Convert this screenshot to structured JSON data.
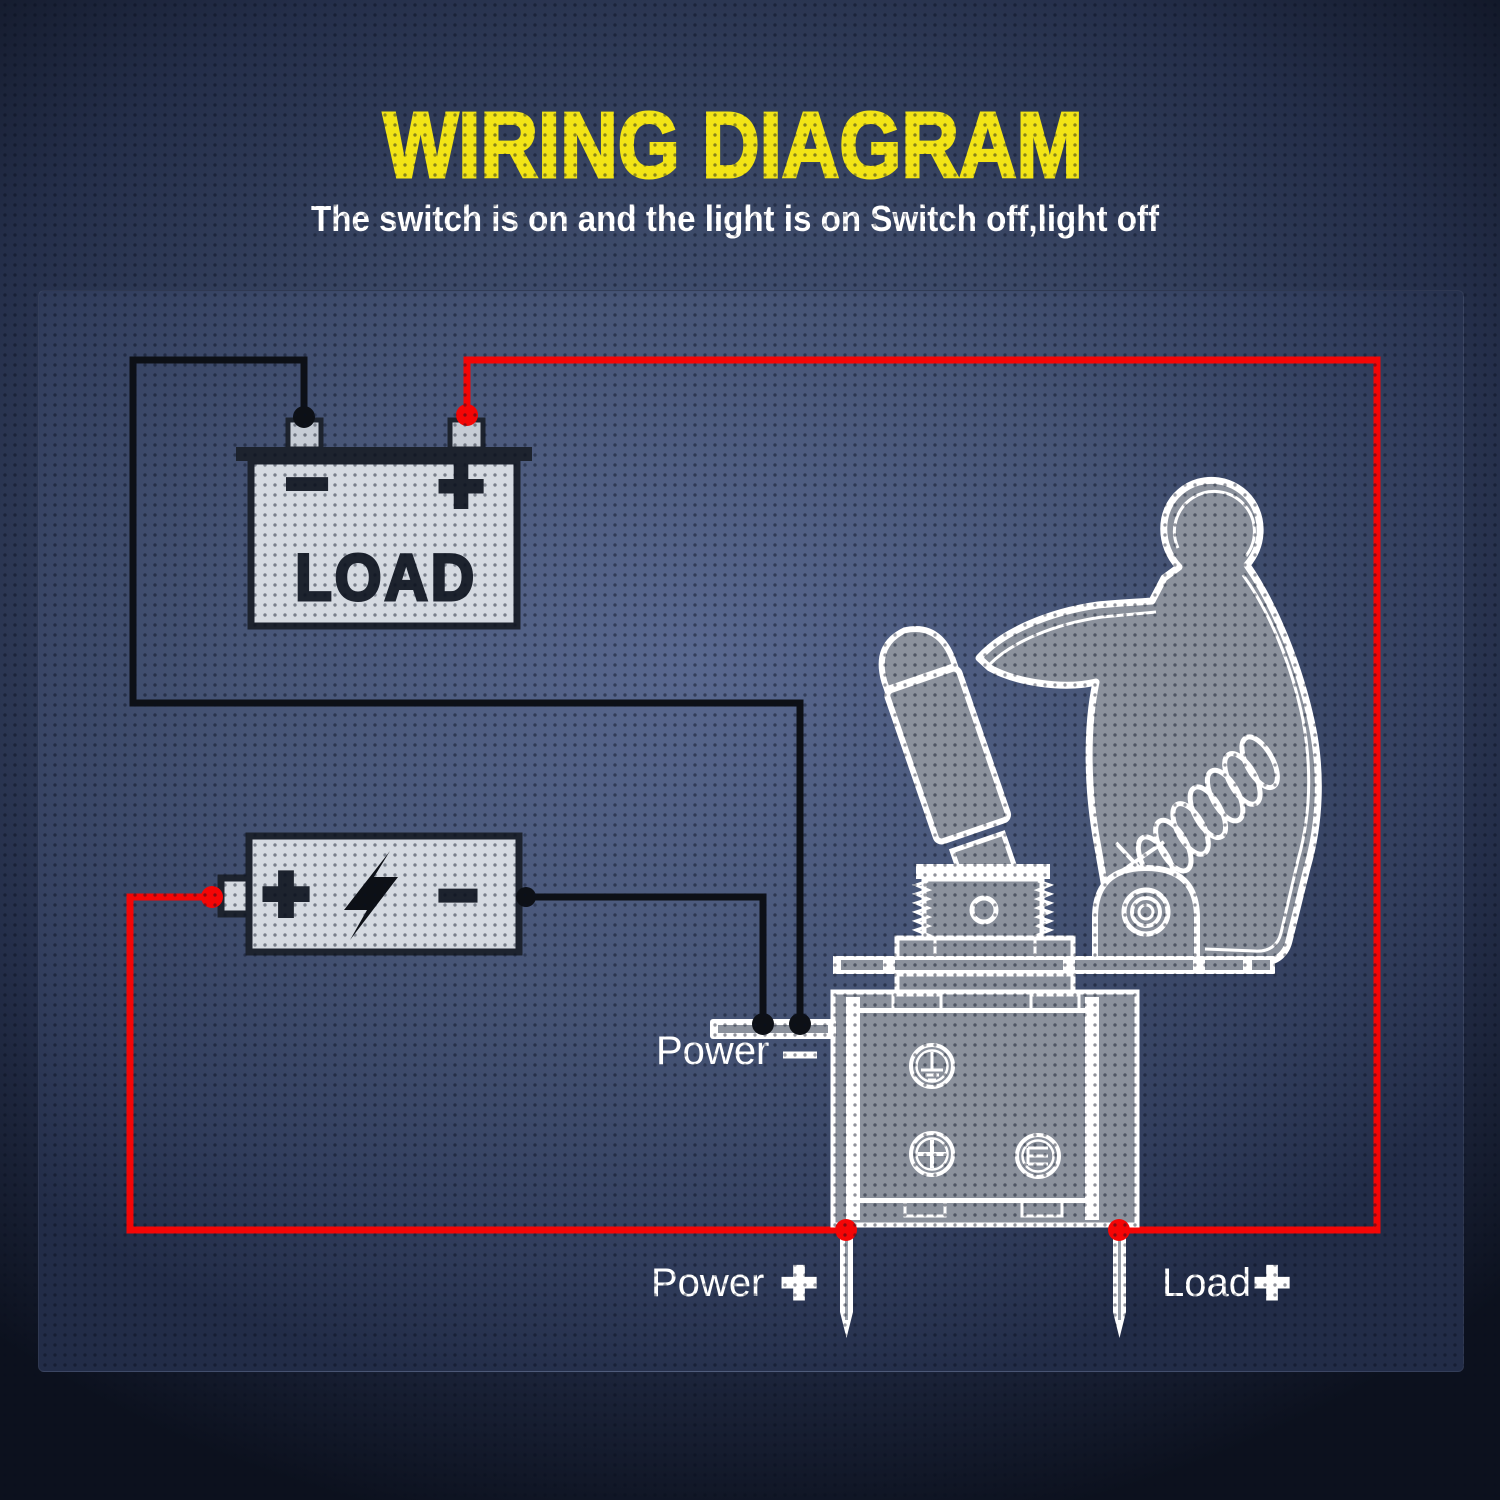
{
  "title": "WIRING DIAGRAM",
  "subtitle": "The switch is on and the light is on Switch off,light off",
  "load_box": {
    "label": "LOAD",
    "minus_sign": "−",
    "plus_sign": "+"
  },
  "battery": {
    "plus_sign": "+",
    "minus_sign": "−",
    "icon": "lightning-bolt"
  },
  "terminals": {
    "power_minus": {
      "text": "Power",
      "sign": "—"
    },
    "power_plus": {
      "text": "Power",
      "sign": "+"
    },
    "load_plus": {
      "text": "Load",
      "sign": "+"
    }
  },
  "colors": {
    "title_yellow": "#f2e416",
    "wire_red": "#f40606",
    "wire_black": "#0d1016",
    "box_fill": "#d5dae1",
    "box_border": "#1d232e",
    "switch_gray": "#8b919c",
    "panel_blue": "#47557a",
    "background_navy": "#1a2238"
  }
}
